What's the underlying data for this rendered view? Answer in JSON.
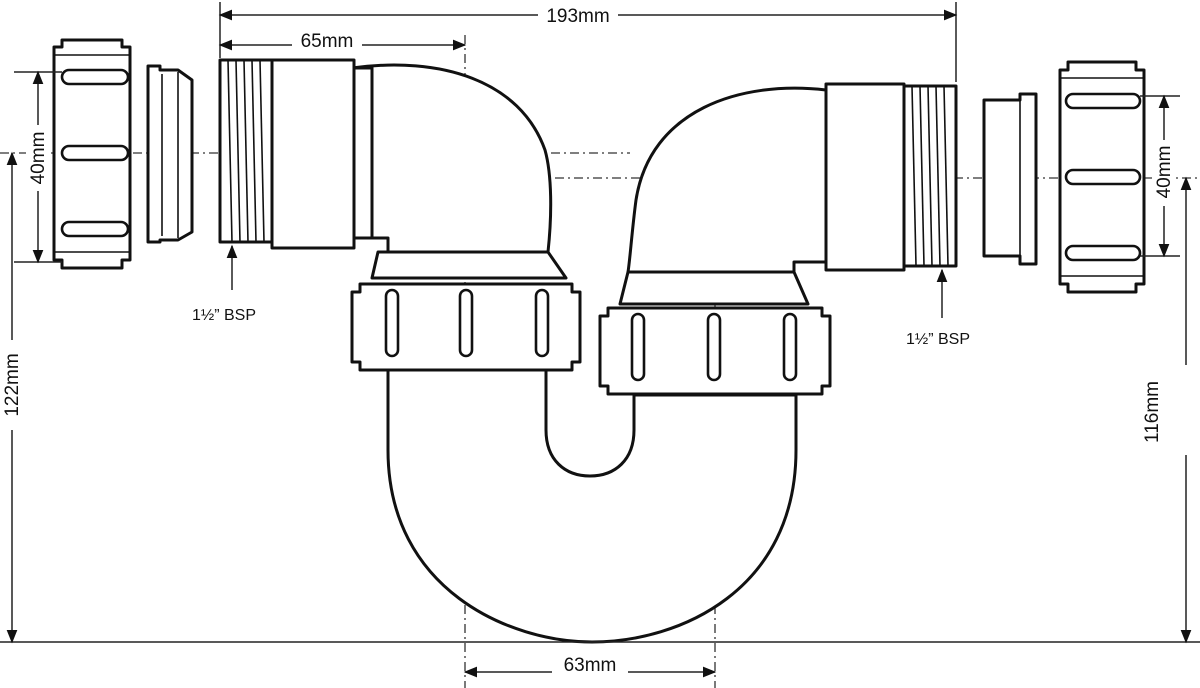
{
  "dimensions": {
    "overall_width": "193mm",
    "inlet_length": "65mm",
    "bottom_span": "63mm",
    "left_height": "122mm",
    "right_height": "116mm",
    "left_diameter": "40mm",
    "right_diameter": "40mm"
  },
  "annotations": {
    "left_thread": "1½” BSP",
    "right_thread": "1½” BSP"
  }
}
